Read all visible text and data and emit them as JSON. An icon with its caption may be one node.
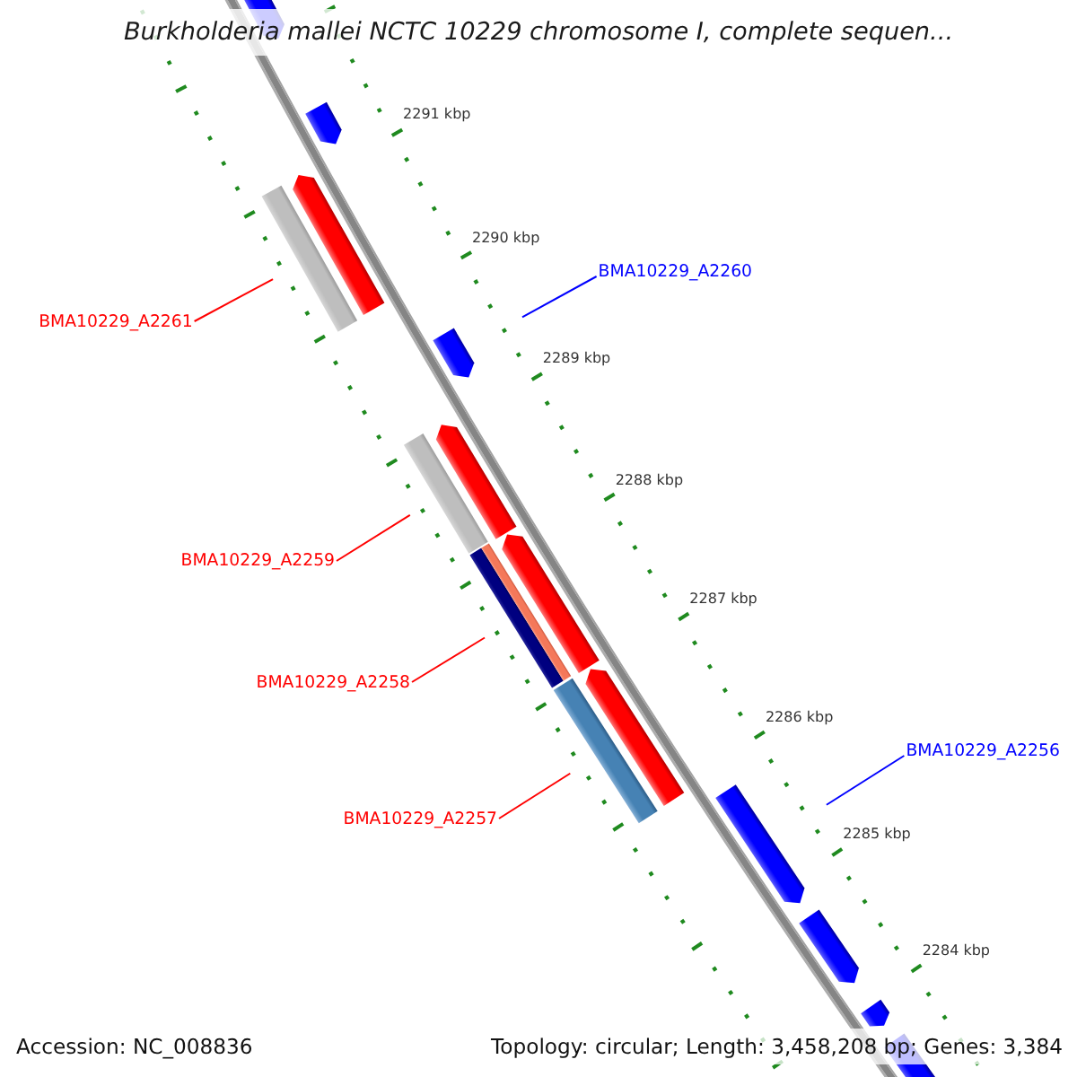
{
  "diagram": {
    "title": "Burkholderia mallei NCTC 10229 chromosome I, complete sequen...",
    "nodes": [
      {
        "text": [
          "BMA10229_A2260"
        ]
      },
      {
        "text": [
          "BMA10229_A2261"
        ]
      },
      {
        "text": [
          "BMA10229_A2259"
        ]
      },
      {
        "text": [
          "BMA10229_A2258"
        ]
      },
      {
        "text": [
          "BMA10229_A2256"
        ]
      },
      {
        "text": [
          "BMA10229_A2257"
        ]
      },
      {
        "text": [],
        "shape": "pentagon"
      },
      {
        "text": [],
        "shape": "pentagon"
      },
      {
        "text": [],
        "shape": "bar"
      },
      {
        "text": [],
        "shape": "pentagon"
      },
      {
        "text": [],
        "shape": "pentagon"
      },
      {
        "text": [],
        "shape": "bar"
      },
      {
        "text": [],
        "shape": "pentagon"
      },
      {
        "text": [],
        "shape": "bar"
      },
      {
        "text": [],
        "shape": "bar"
      },
      {
        "text": [],
        "shape": "pentagon"
      },
      {
        "text": [],
        "shape": "bar"
      },
      {
        "text": [],
        "shape": "pentagon"
      },
      {
        "text": [],
        "shape": "pentagon"
      },
      {
        "text": [],
        "shape": "pentagon"
      },
      {
        "text": [],
        "shape": "pentagon"
      },
      {
        "text": [],
        "shape": "pentagon"
      }
    ],
    "edges": [
      {
        "from": 0,
        "to": 10,
        "arrow": "none",
        "color": "#0000ff"
      },
      {
        "from": 1,
        "to": 8,
        "arrow": "none"
      },
      {
        "from": 2,
        "to": 11,
        "arrow": "none"
      },
      {
        "from": 3,
        "to": 13,
        "arrow": "none"
      },
      {
        "from": 4,
        "to": 18,
        "arrow": "none",
        "color": "#0000ff"
      },
      {
        "from": 5,
        "to": 16,
        "arrow": "none"
      }
    ],
    "labels": [
      "2291 kbp",
      "2290 kbp",
      "2289 kbp",
      "2288 kbp",
      "2287 kbp",
      "2286 kbp",
      "2285 kbp",
      "2284 kbp",
      "Accession: NC_008836",
      "Topology: circular; Length: 3,458,208 bp; Genes: 3,384"
    ]
  }
}
